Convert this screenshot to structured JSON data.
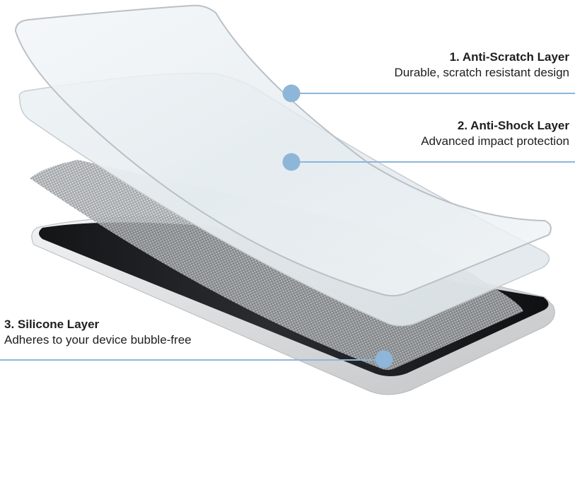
{
  "callouts": [
    {
      "title": "1. Anti-Scratch Layer",
      "description": "Durable, scratch resistant design"
    },
    {
      "title": "2. Anti-Shock Layer",
      "description": "Advanced impact protection"
    },
    {
      "title": "3. Silicone Layer",
      "description": "Adheres to your device bubble-free"
    }
  ],
  "colors": {
    "accent": "#8db6d9",
    "text": "#1e1e1e",
    "phone_body": "#e2e3e4",
    "screen": "#1d1f21"
  }
}
